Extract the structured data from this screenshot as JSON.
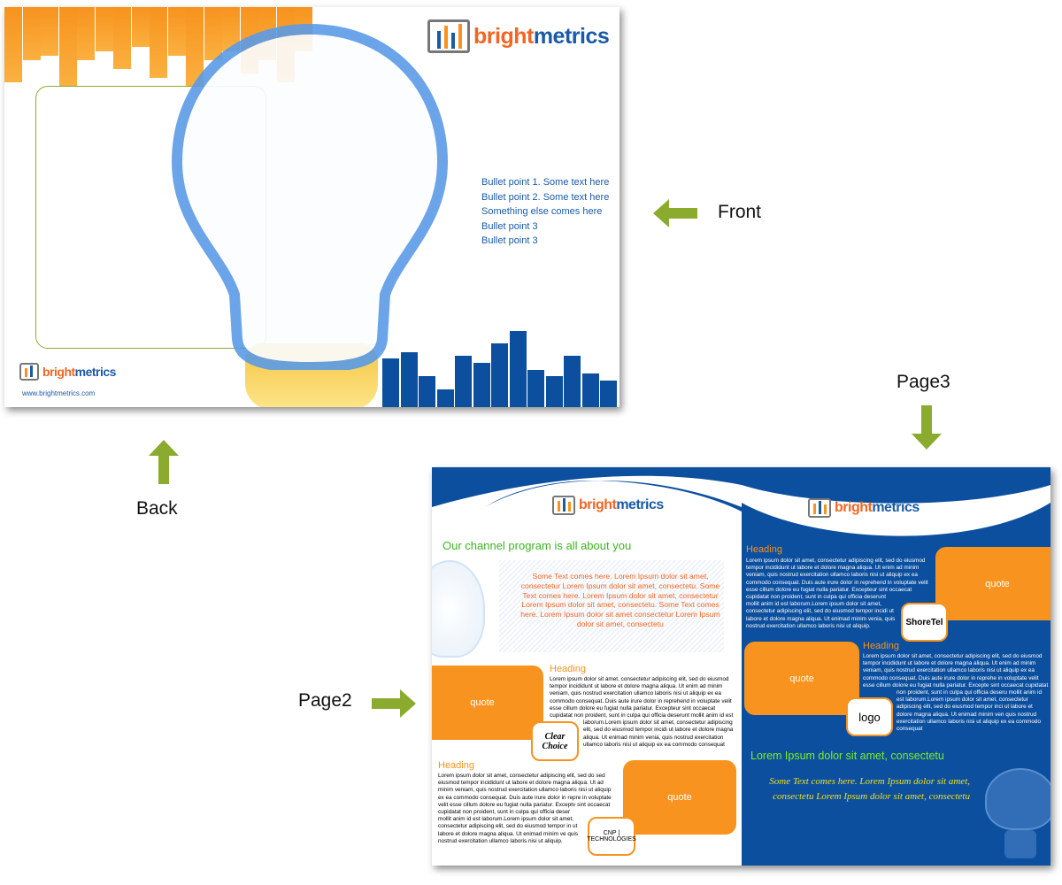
{
  "labels": {
    "front": "Front",
    "back": "Back",
    "page2": "Page2",
    "page3": "Page3"
  },
  "brand": {
    "bright": "bright",
    "metrics": "metrics",
    "url": "www.brightmetrics.com"
  },
  "front": {
    "bullets": [
      "Bullet point 1. Some text here",
      "Bullet point 2. Some text here",
      "Something else comes here",
      "Bullet point 3",
      "Bullet point 3"
    ]
  },
  "page2": {
    "title": "Our channel program is all about you",
    "intro": "Some Text comes here. Lorem Ipsum dolor sit amet, consectetur  Lorem Ipsum dolor sit amet, consectetu. Some Text comes here. Lorem Ipsum dolor sit amet, consectetur  Lorem Ipsum dolor sit amet, consectetu. Some Text comes here. Lorem Ipsum dolor sit amet consectetur  Lorem Ipsum dolor sit amet, consectetu",
    "heading1": "Heading",
    "heading2": "Heading",
    "quote1": "quote",
    "quote2": "quote",
    "logo1": "Clear Choice",
    "logo2": "CNP | TECHNOLOGIES",
    "body1": "Lorem ipsum dolor sit amet, consectetur adipiscing elit, sed do eiusmod tempor incididunt ut labore et dolore magna aliqua. Ut enim ad minim veniam, quis nostrud exercitation ullamco laboris nisi ut aliquip ex ea commodo consequat. Duis aute irure dolor in reprehend in voluptate velit esse cillum dolore eu fugiat nulla pariatur. Excepteur sint occaecat cupidatat non proident, sunt in culpa qui officia deserunt mollit anim id est laborum.Lorem ipsum dolor sit amet, consectetur adipiscing elit, sed do eiusmod tempor incidi ut labore et dolore magna aliqua. Ut enimad minim venia, quis nostrud exercitation ullamco laboris nisi ut aliquip ex ea commodo consequat",
    "body2": "Lorem ipsum dolor sit amet, consectetur adipiscing elit, sed do sed eiusmod tempor incididunt ut labore et dolore magna aliqua. Ut ad minim veniam, quis nostrud exercitation ullamco laboris nisi ut aliquip ex ea commodo consequat. Duis aute irure dolor in repre in voluptate velit esse cillum dolore eu fugiat nulla pariatur. Exceptv sint occaecat cupidatat non proident, sunt in culpa qui officia deser mollit anim id est laborum.Lorem ipsum dolor sit amet, consectetur adipiscing elit, sed do eiusmod tempor in ut labore et dolore magna aliqua. Ut enimad minim ve quis nostrud exercitation ullamco laboris nisi ut aliquip."
  },
  "page3": {
    "heading1": "Heading",
    "heading2": "Heading",
    "quote1": "quote",
    "quote2": "quote",
    "logo1": "ShoreTel",
    "logo2": "logo",
    "body1": "Lorem ipsum dolor sit amet, consectetur adipiscing elit, sed do eiusmod tempor incididunt ut labore et dolore magna aliqua. Ut enim ad minim veniam, quis nostrud exercitation ullamco laboris nisi ut aliquip ex ea commodo consequat. Duis aute irure dolor in reprehend in voluptate velit esse cillum dolore eu fugiat nulla pariatur. Excepteur sint occaecat cupidatat non proident, sunt in culpa qui officia deserunt mollit anim id est laborum.Lorem ipsum dolor sit amet, consectetur adipiscing elit, sed do eiusmod tempor incidi ut labore et dolore magna aliqua. Ut enimad minim venia, quis nostrud exercitation ullamco laboris nisi ut aliquip.",
    "body2": "Lorem ipsum dolor sit amet, consectetur adipiscing elit, sed do eiusmod tempor incididunt ut labore et dolore magna aliqua. Ut enim ad minim veniam, quis nostrud exercitation ullamco laboris nisi ut aliquip ex ea commodo consequat. Duis aute irure dolor in reprehe in voluptate velit esse cillum dolore eu fugiat nulla pariatur. Excepte sint occaecat cupidatat non proident, sunt in culpa qui officia deseru mollit anim id est laborum.Lorem ipsum dolor sit amet, consectetur adipiscing elit, sed do eiusmod tempor inci ut labore et dolore magna aliqua. Ut enimad minim ven quis nostrud exercitation ullamco laboris nisi ut aliquip ex ea commodo consequat",
    "tagline": "Lorem Ipsum dolor sit amet, consectetu",
    "italic": "Some Text comes here. Lorem Ipsum dolor sit amet, consectetu  Lorem Ipsum dolor sit amet, consectetu"
  },
  "colors": {
    "orange": "#f7931e",
    "blue": "#0b4f9e",
    "green": "#8bab2f"
  }
}
